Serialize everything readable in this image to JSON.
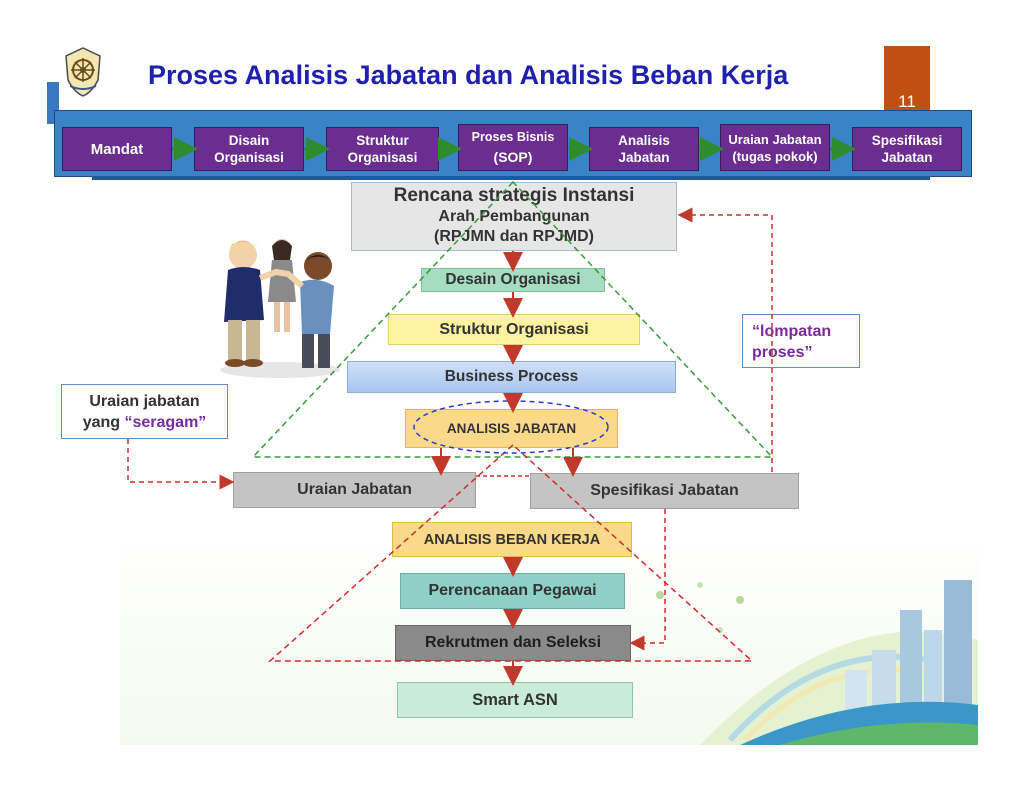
{
  "header": {
    "title": "Proses Analisis Jabatan dan Analisis Beban Kerja",
    "page_number": "11"
  },
  "process_band": [
    {
      "line1": "Mandat",
      "line2": ""
    },
    {
      "line1": "Disain",
      "line2": "Organisasi"
    },
    {
      "line1": "Struktur",
      "line2": "Organisasi"
    },
    {
      "line1": "Proses Bisnis",
      "line2": "(SOP)"
    },
    {
      "line1": "Analisis",
      "line2": "Jabatan"
    },
    {
      "line1": "Uraian Jabatan",
      "line2": "(tugas pokok)"
    },
    {
      "line1": "Spesifikasi",
      "line2": "Jabatan"
    }
  ],
  "flow": {
    "rencana": {
      "title": "Rencana  strategis  Instansi",
      "line2": "Arah Pembangunan",
      "line3": "(RPJMN dan RPJMD)"
    },
    "desain": "Desain Organisasi",
    "struktur": "Struktur Organisasi",
    "business": "Business Process",
    "analisis_jabatan": "ANALISIS JABATAN",
    "uraian": "Uraian Jabatan",
    "spesifikasi": "Spesifikasi Jabatan",
    "abk": "ANALISIS BEBAN KERJA",
    "perencanaan": "Perencanaan Pegawai",
    "rekrutmen": "Rekrutmen dan Seleksi",
    "smart": "Smart ASN"
  },
  "notes": {
    "uraian_seragam": {
      "line1": "Uraian jabatan",
      "prefix": "yang ",
      "quoted": "“seragam”"
    },
    "lompatan": {
      "line1": "“lompatan",
      "line2": "proses”"
    }
  },
  "colors": {
    "title": "#1f1fb0",
    "band": "#3b83c7",
    "chip": "#6b2d8f",
    "green_dash": "#3a9a3a",
    "red_dash": "#d42a2a",
    "purple_text": "#7a2aa0"
  }
}
